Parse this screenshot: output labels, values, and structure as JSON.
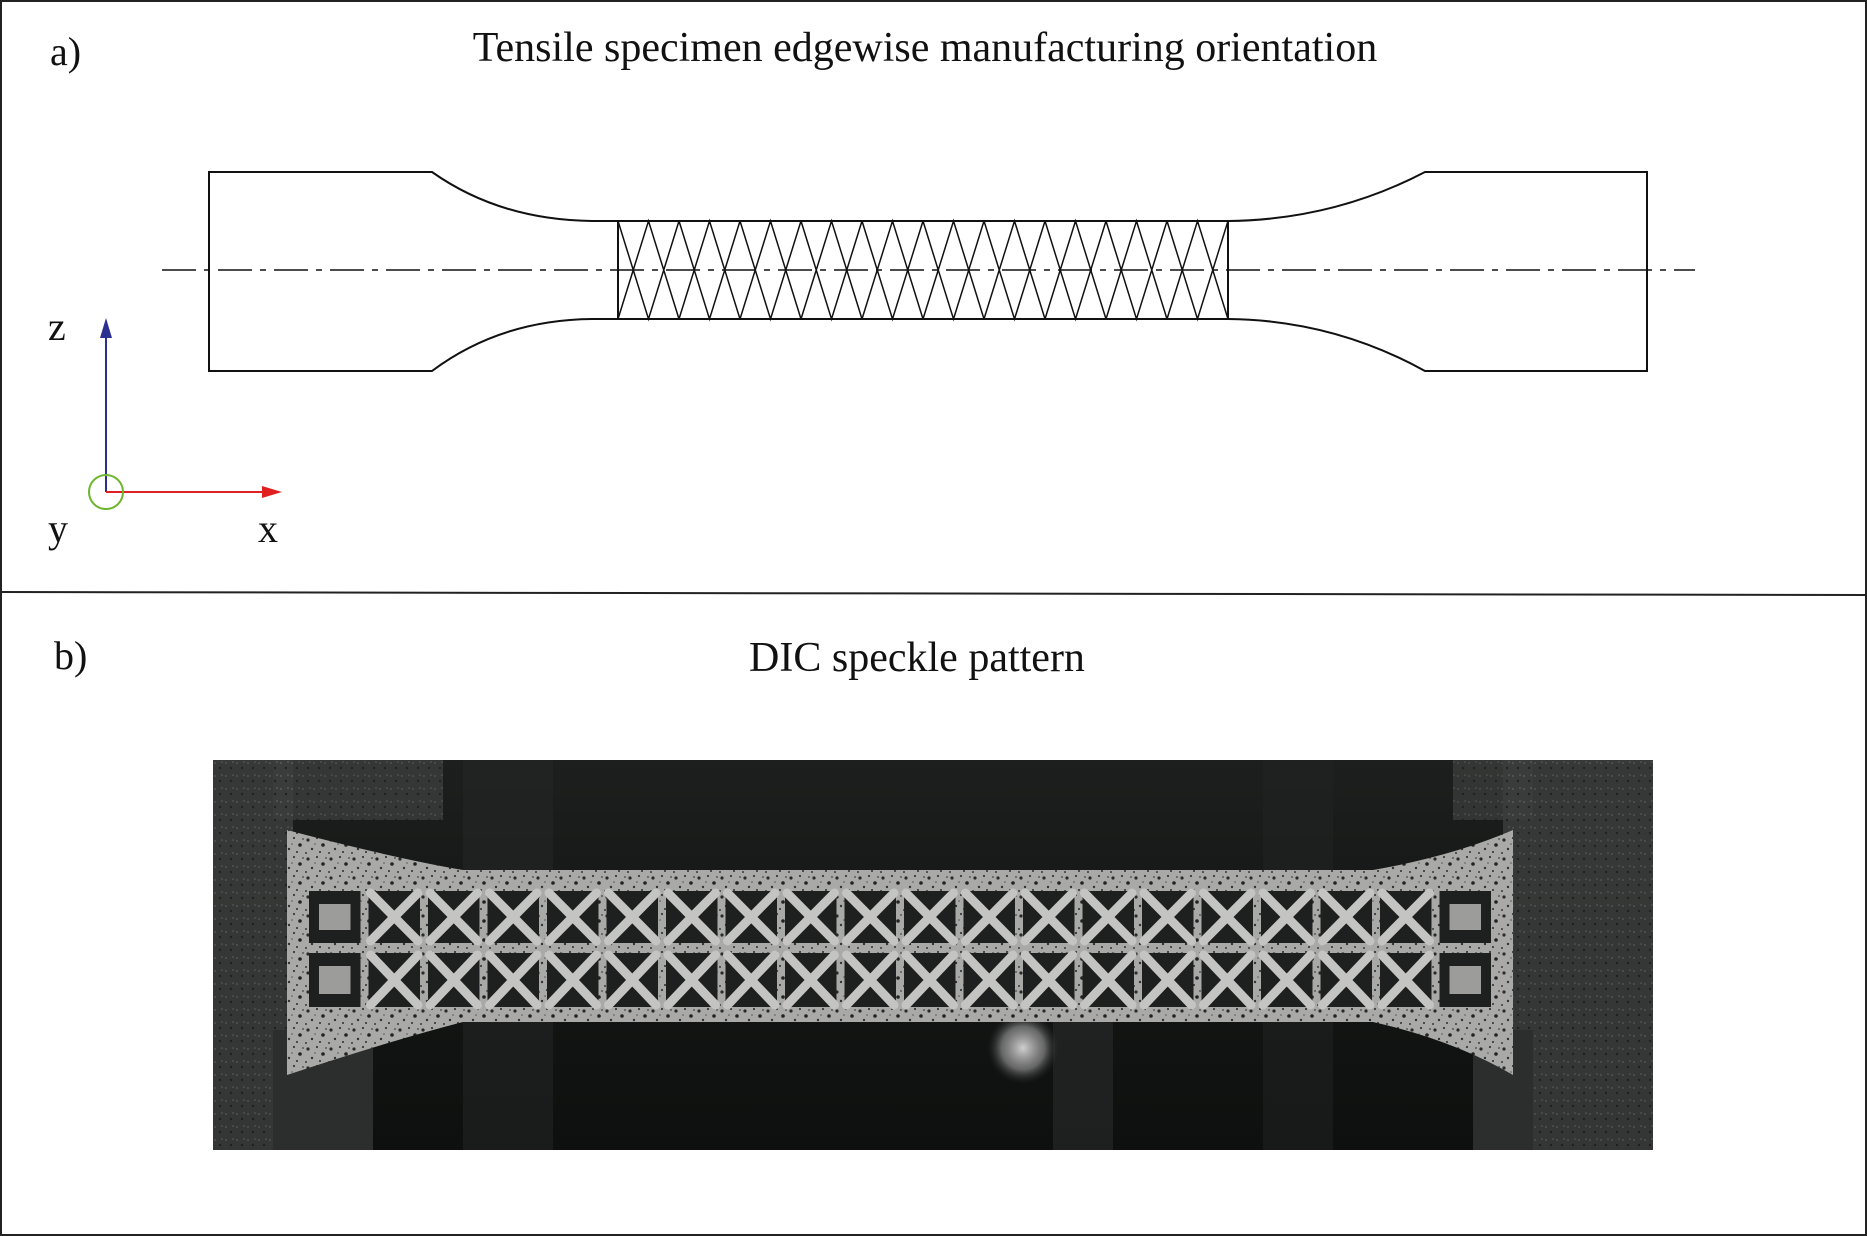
{
  "panel_a": {
    "label": "a)",
    "title": "Tensile specimen edgewise manufacturing orientation",
    "axes": {
      "z": "z",
      "y": "y",
      "x": "x"
    },
    "colors": {
      "z_axis": "#2b2f8f",
      "x_axis": "#e02020",
      "y_axis": "#6cb52d",
      "outline": "#111111"
    }
  },
  "panel_b": {
    "label": "b)",
    "title": "DIC speckle pattern"
  }
}
